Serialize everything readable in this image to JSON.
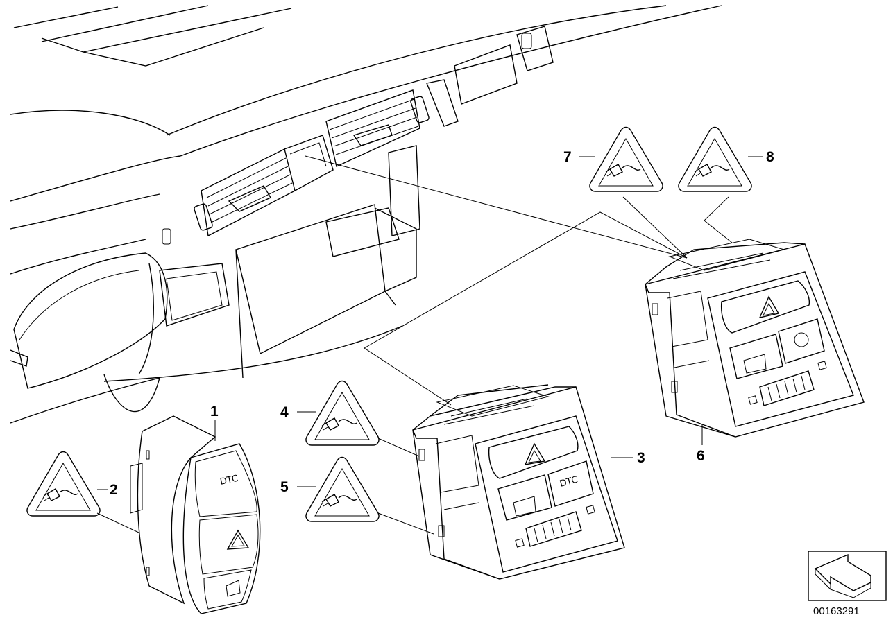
{
  "diagram": {
    "callouts": [
      {
        "id": "1",
        "label": "1"
      },
      {
        "id": "2",
        "label": "2"
      },
      {
        "id": "3",
        "label": "3"
      },
      {
        "id": "4",
        "label": "4"
      },
      {
        "id": "5",
        "label": "5"
      },
      {
        "id": "6",
        "label": "6"
      },
      {
        "id": "7",
        "label": "7"
      },
      {
        "id": "8",
        "label": "8"
      }
    ],
    "button_labels": {
      "dtc": "DTC"
    },
    "diagram_number": "00163291"
  }
}
